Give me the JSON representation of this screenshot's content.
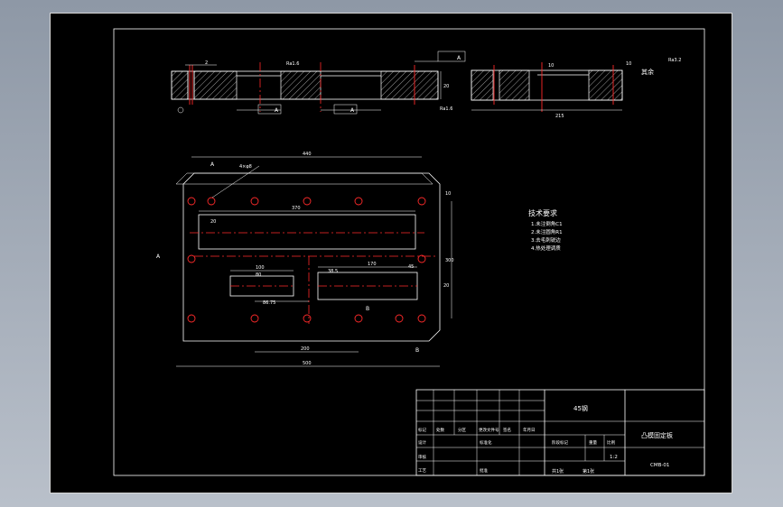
{
  "drawing": {
    "top_view": {
      "dim_top": "440",
      "dim_top_left": "2",
      "dim_hole_callout": "4×φ8",
      "dim_right_top": "10",
      "dim_right_side": "20",
      "dim_slot_upper": "370",
      "dim_slot_left": "20",
      "dim_left_pocket_w": "100",
      "dim_left_pocket_inner": "80",
      "dim_left_pocket_off": "86.75",
      "dim_right_pocket_w": "170",
      "dim_right_pocket_off": "38.5",
      "dim_right_pocket_h": "45",
      "dim_mid_lower": "200",
      "dim_bottom": "500",
      "dim_right_center": "300",
      "section_mark_a": "A",
      "section_mark_b": "B"
    },
    "section_view": {
      "dim_thickness": "20",
      "roughness": "Ra1.6",
      "datum": "A",
      "tol_left_label": "A",
      "tol_mid_label": "A"
    },
    "side_view": {
      "dim_width": "215",
      "dim_top": "10",
      "dim_top_right": "10",
      "roughness_rest": "其余",
      "surface_symbol": "Ra3.2"
    },
    "technical_requirements": {
      "heading": "技术要求",
      "items": [
        "1.未注倒角C1",
        "2.未注圆角R1",
        "3.去毛刺锐边",
        "4.热处理调质"
      ]
    },
    "title_block": {
      "material": "45钢",
      "part_name": "凸模固定板",
      "drawing_no": "CMB-01",
      "scale": "1:2",
      "row_labels": [
        "标记",
        "处数",
        "分区",
        "更改文件号",
        "签名",
        "年月日"
      ],
      "designer_label": "设计",
      "standard_label": "标准化",
      "review_label": "审核",
      "process_label": "工艺",
      "approve_label": "批准",
      "stage_label": "阶段标记",
      "weight_label": "重量",
      "scale_label": "比例",
      "sheets": "共1张",
      "sheet_no": "第1张"
    },
    "colors": {
      "background": "#000000",
      "line": "#ffffff",
      "centerline": "#ff2a2a"
    }
  }
}
